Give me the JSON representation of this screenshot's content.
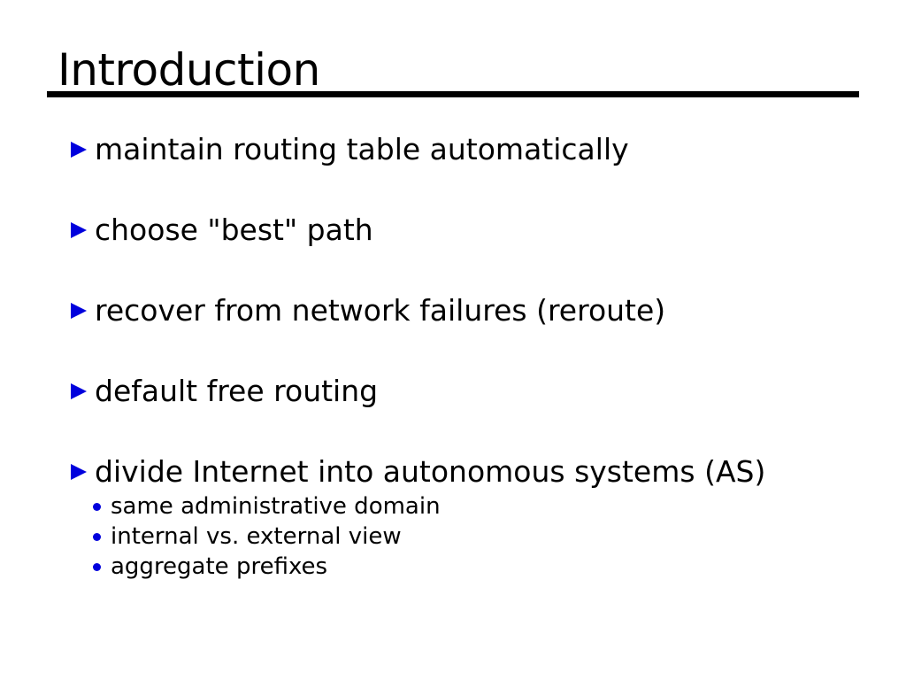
{
  "slide": {
    "title": "Introduction",
    "bullets": [
      {
        "label": "maintain routing table automatically"
      },
      {
        "label": "choose \"best\" path"
      },
      {
        "label": "recover from network failures (reroute)"
      },
      {
        "label": "default free routing"
      },
      {
        "label": "divide Internet into autonomous systems (AS)",
        "sub": [
          "same administrative domain",
          "internal vs. external view",
          "aggregate prefixes"
        ]
      }
    ],
    "colors": {
      "bullet_accent": "#0000dd",
      "text": "#000000",
      "rule": "#000000",
      "background": "#ffffff"
    }
  }
}
